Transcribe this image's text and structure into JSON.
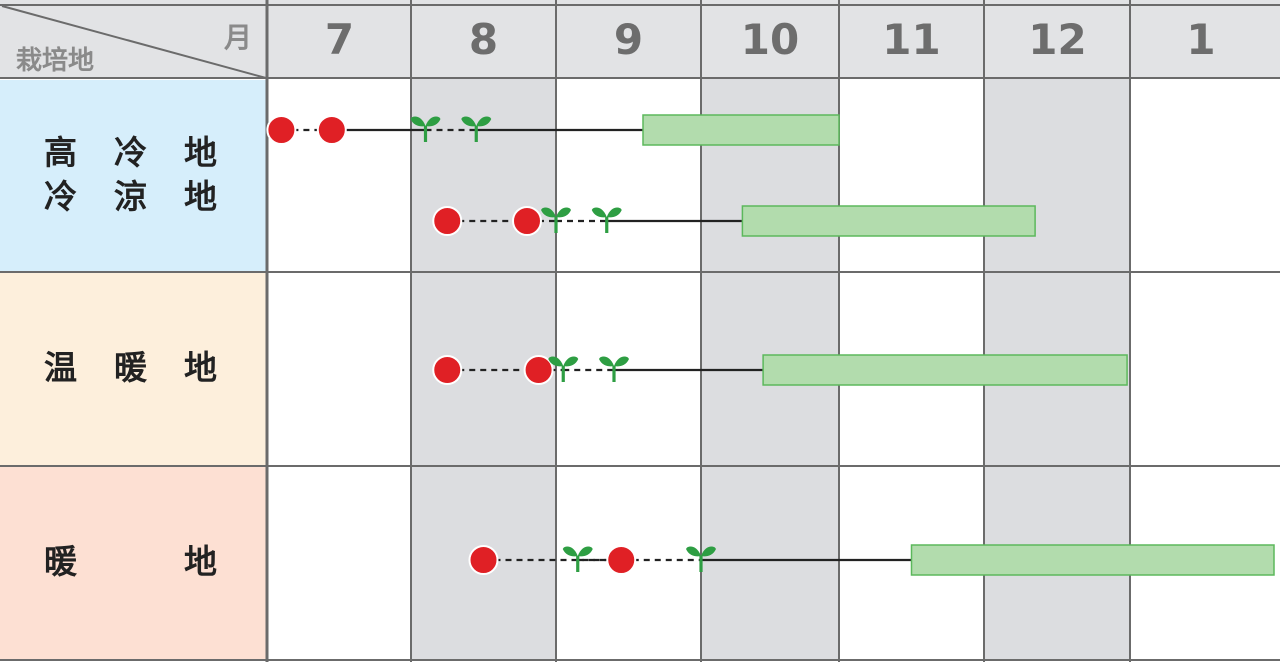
{
  "corner": {
    "row_header": "栽培地",
    "col_header": "月"
  },
  "months": [
    "7",
    "8",
    "9",
    "10",
    "11",
    "12",
    "1"
  ],
  "shaded_months": [
    "8",
    "10",
    "12"
  ],
  "regions": [
    {
      "name": "高冷地・冷涼地",
      "label_lines": [
        "高　冷　地",
        "冷　涼　地"
      ],
      "bg": "#d6eefb"
    },
    {
      "name": "温暖地",
      "label_lines": [
        "温　暖　地"
      ],
      "bg": "#fdefdc"
    },
    {
      "name": "暖地",
      "label_lines": [
        "暖　　　地"
      ],
      "bg": "#fde0d3"
    }
  ],
  "legend_symbols": {
    "sowing": "red-dot",
    "planting": "seedling",
    "harvest": "green-bar"
  },
  "colors": {
    "grid": "#6b6b6b",
    "header_bg": "#e2e3e5",
    "shade": "#dcdde0",
    "sowing": "#e02025",
    "seedling": "#2e9e43",
    "harvest_fill": "#b2dcad",
    "harvest_stroke": "#5cb85c"
  },
  "chart_data": {
    "type": "table",
    "rows": [
      {
        "region": "高冷地・冷涼地",
        "sowing": [
          7.1,
          7.45
        ],
        "planting": [
          8.1,
          8.45
        ],
        "harvest": [
          9.6,
          11.0
        ]
      },
      {
        "region": "高冷地・冷涼地",
        "sowing": [
          8.25,
          8.8
        ],
        "planting": [
          9.0,
          9.35
        ],
        "harvest": [
          10.3,
          12.35
        ]
      },
      {
        "region": "温暖地",
        "sowing": [
          8.25,
          8.88
        ],
        "planting": [
          9.05,
          9.4
        ],
        "harvest": [
          10.45,
          12.98
        ]
      },
      {
        "region": "暖地",
        "sowing": [
          8.5,
          9.45
        ],
        "planting": [
          9.15,
          10.0
        ],
        "harvest": [
          11.5,
          14.0
        ]
      }
    ]
  }
}
